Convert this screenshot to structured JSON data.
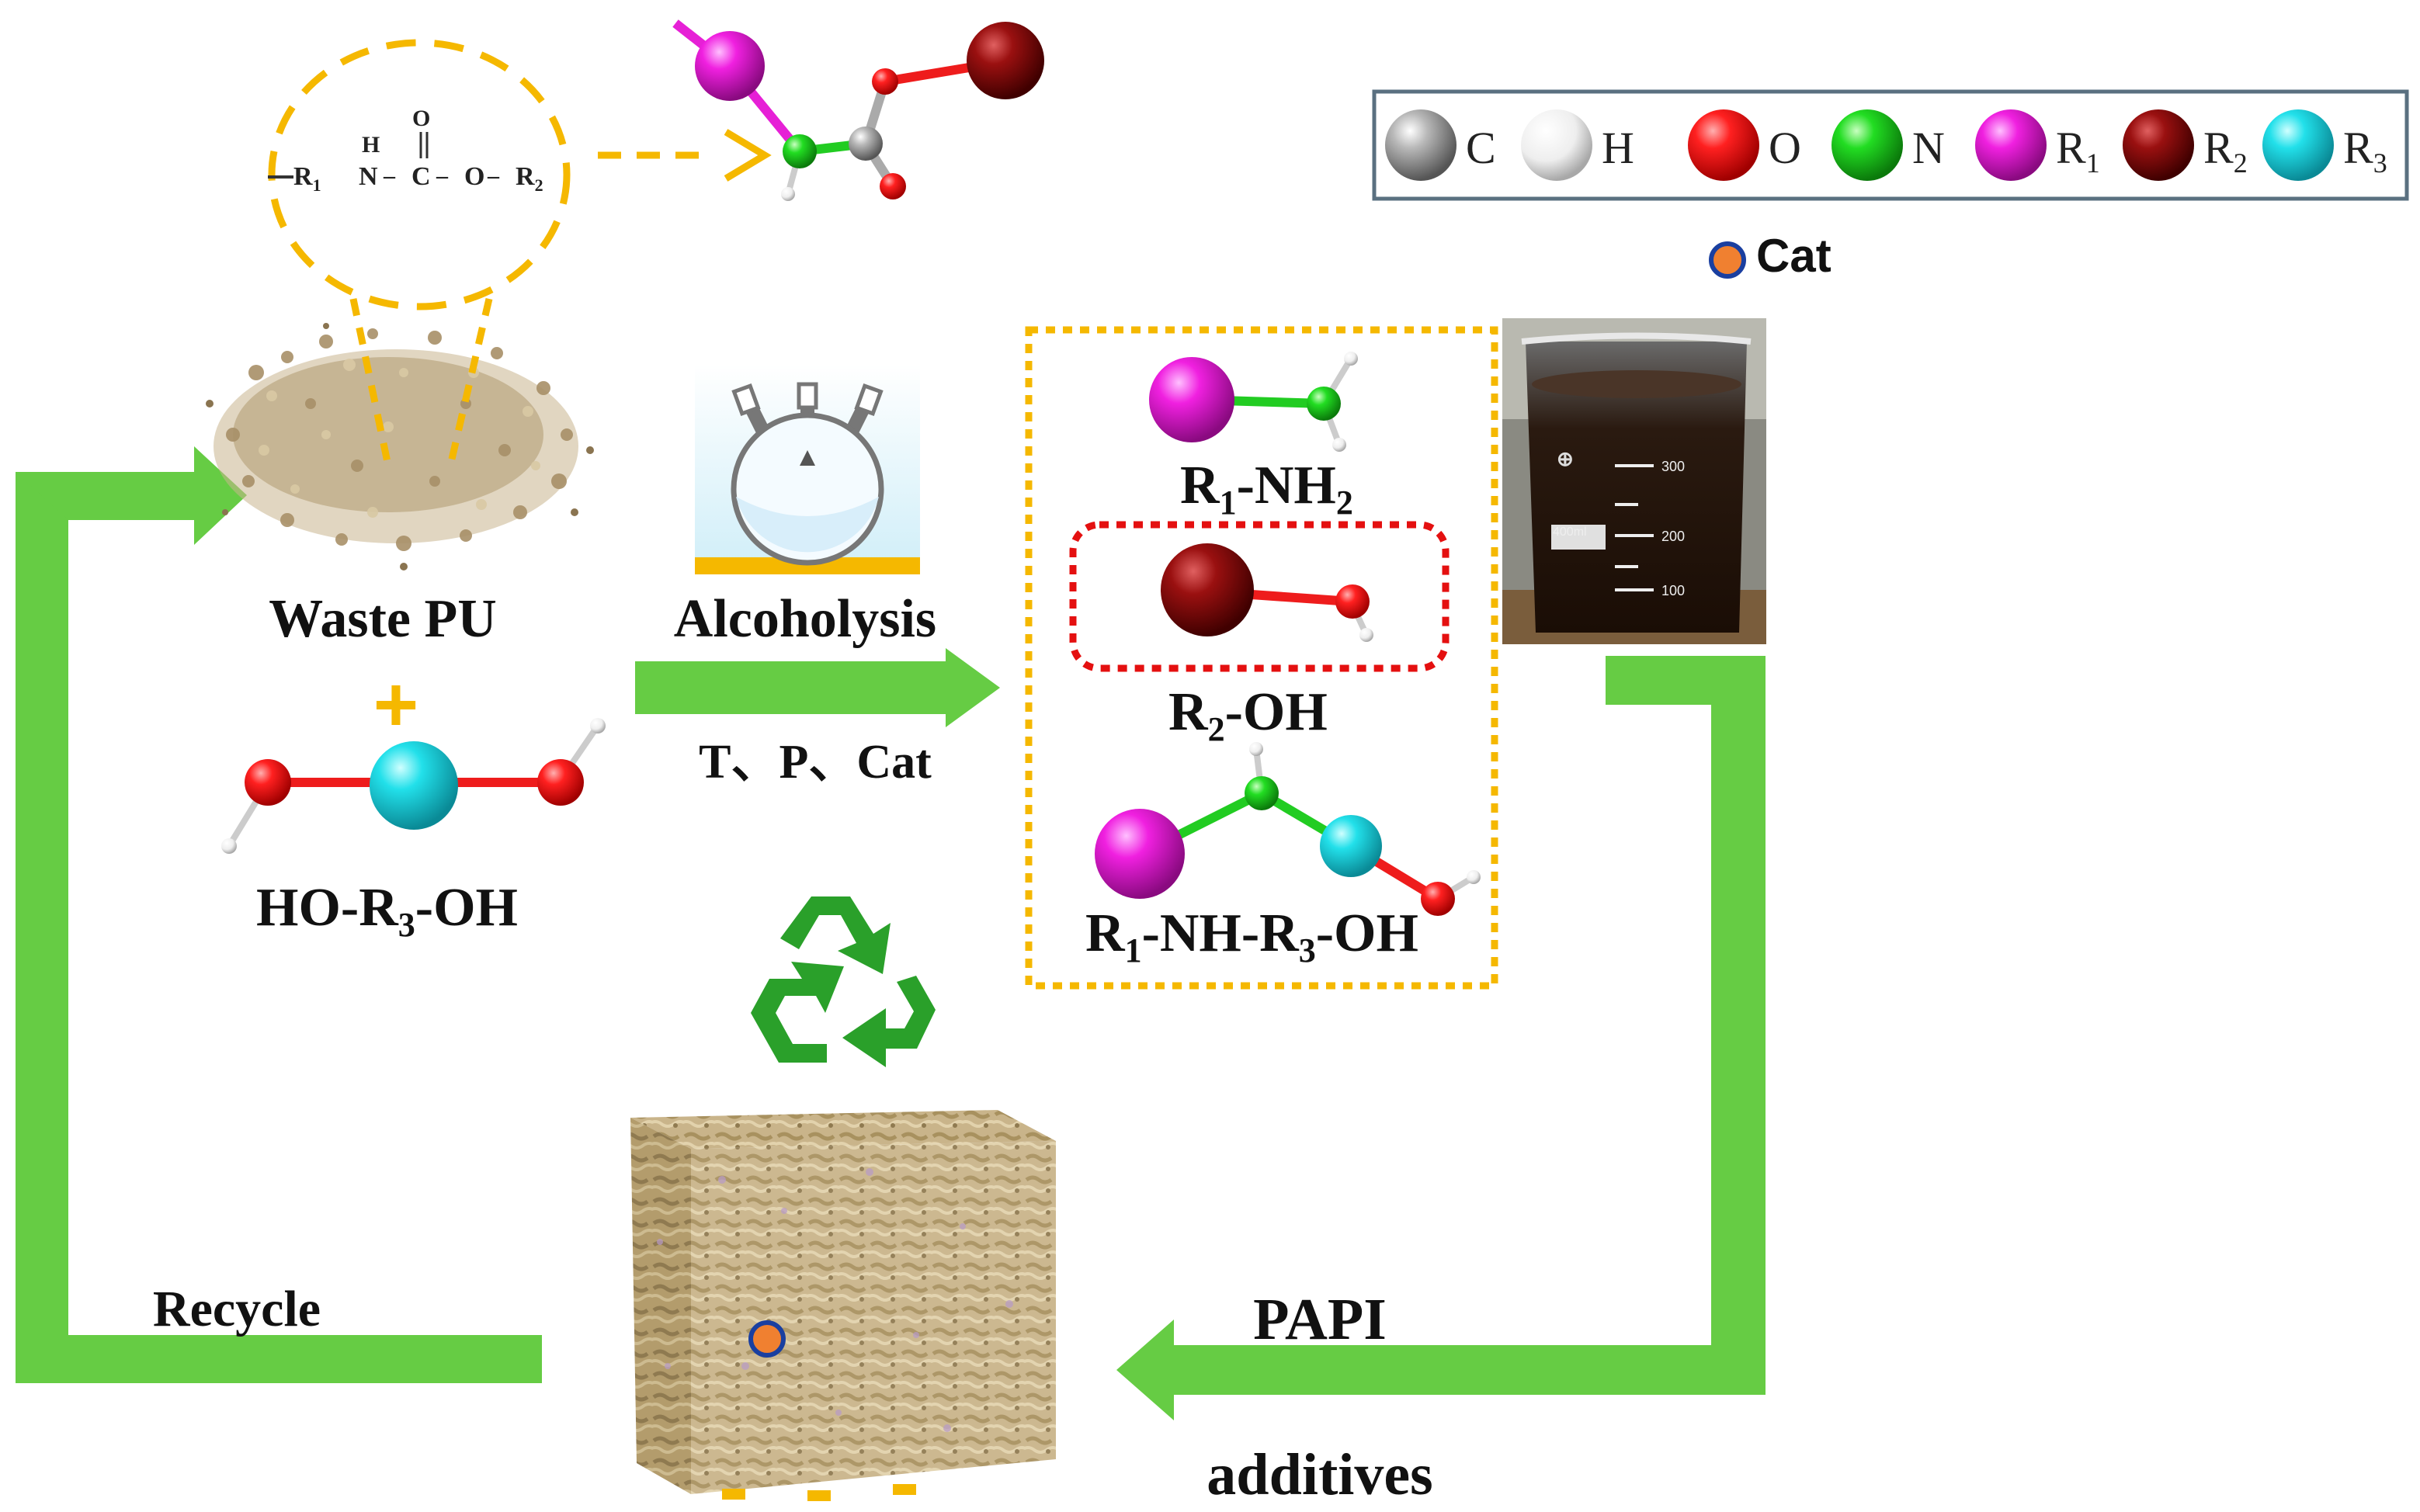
{
  "labels": {
    "waste_pu": "Waste PU",
    "diol": "HO-R",
    "diol_sub": "3",
    "diol_end": "-OH",
    "alcoholysis": "Alcoholysis",
    "conditions": "T、P、Cat",
    "product_amine": "R",
    "product_amine_sub1": "1",
    "product_amine_mid": "-NH",
    "product_amine_sub2": "2",
    "product_alcohol": "R",
    "product_alcohol_sub": "2",
    "product_alcohol_end": "-OH",
    "product_amino": "R",
    "product_amino_sub1": "1",
    "product_amino_mid": "-NH-R",
    "product_amino_sub2": "3",
    "product_amino_end": "-OH",
    "recycle": "Recycle",
    "papi": "PAPI",
    "additives": "additives",
    "plus": "+"
  },
  "urethane": {
    "prefix": "R",
    "prefix_sub": "1",
    "h": "H",
    "n": "N",
    "dash1": "–",
    "c": "C",
    "dash2": "–",
    "o": "O",
    "dash3": "–",
    "suffix": "R",
    "suffix_sub": "2",
    "carbonyl_o": "O"
  },
  "legend": {
    "items": [
      {
        "label": "C",
        "sub": "",
        "color": "#9a9a9a"
      },
      {
        "label": "H",
        "sub": "",
        "color": "#f2f2f2"
      },
      {
        "label": "O",
        "sub": "",
        "color": "#ee1c1c"
      },
      {
        "label": "N",
        "sub": "",
        "color": "#22cc22"
      },
      {
        "label": "R",
        "sub": "1",
        "color": "#e620d6"
      },
      {
        "label": "R",
        "sub": "2",
        "color": "#8a0d0d"
      },
      {
        "label": "R",
        "sub": "3",
        "color": "#19d6e0"
      }
    ],
    "catalyst": "Cat"
  },
  "beaker": {
    "marks": [
      "300",
      "200",
      "100"
    ],
    "size": "400ml"
  },
  "colors": {
    "arrow_green": "#66cc44",
    "dash_orange": "#f5b800",
    "dash_red": "#e41010",
    "recycle_green": "#2aa02a",
    "foam": "#c9b48a",
    "catalyst_orange": "#f08030",
    "catalyst_ring": "#1a3fa0"
  },
  "icons": {
    "flask": "three-neck-flask-icon",
    "recycle": "recycle-icon",
    "beaker": "beaker-photo",
    "foam": "foam-cube",
    "powder": "waste-pu-powder"
  }
}
